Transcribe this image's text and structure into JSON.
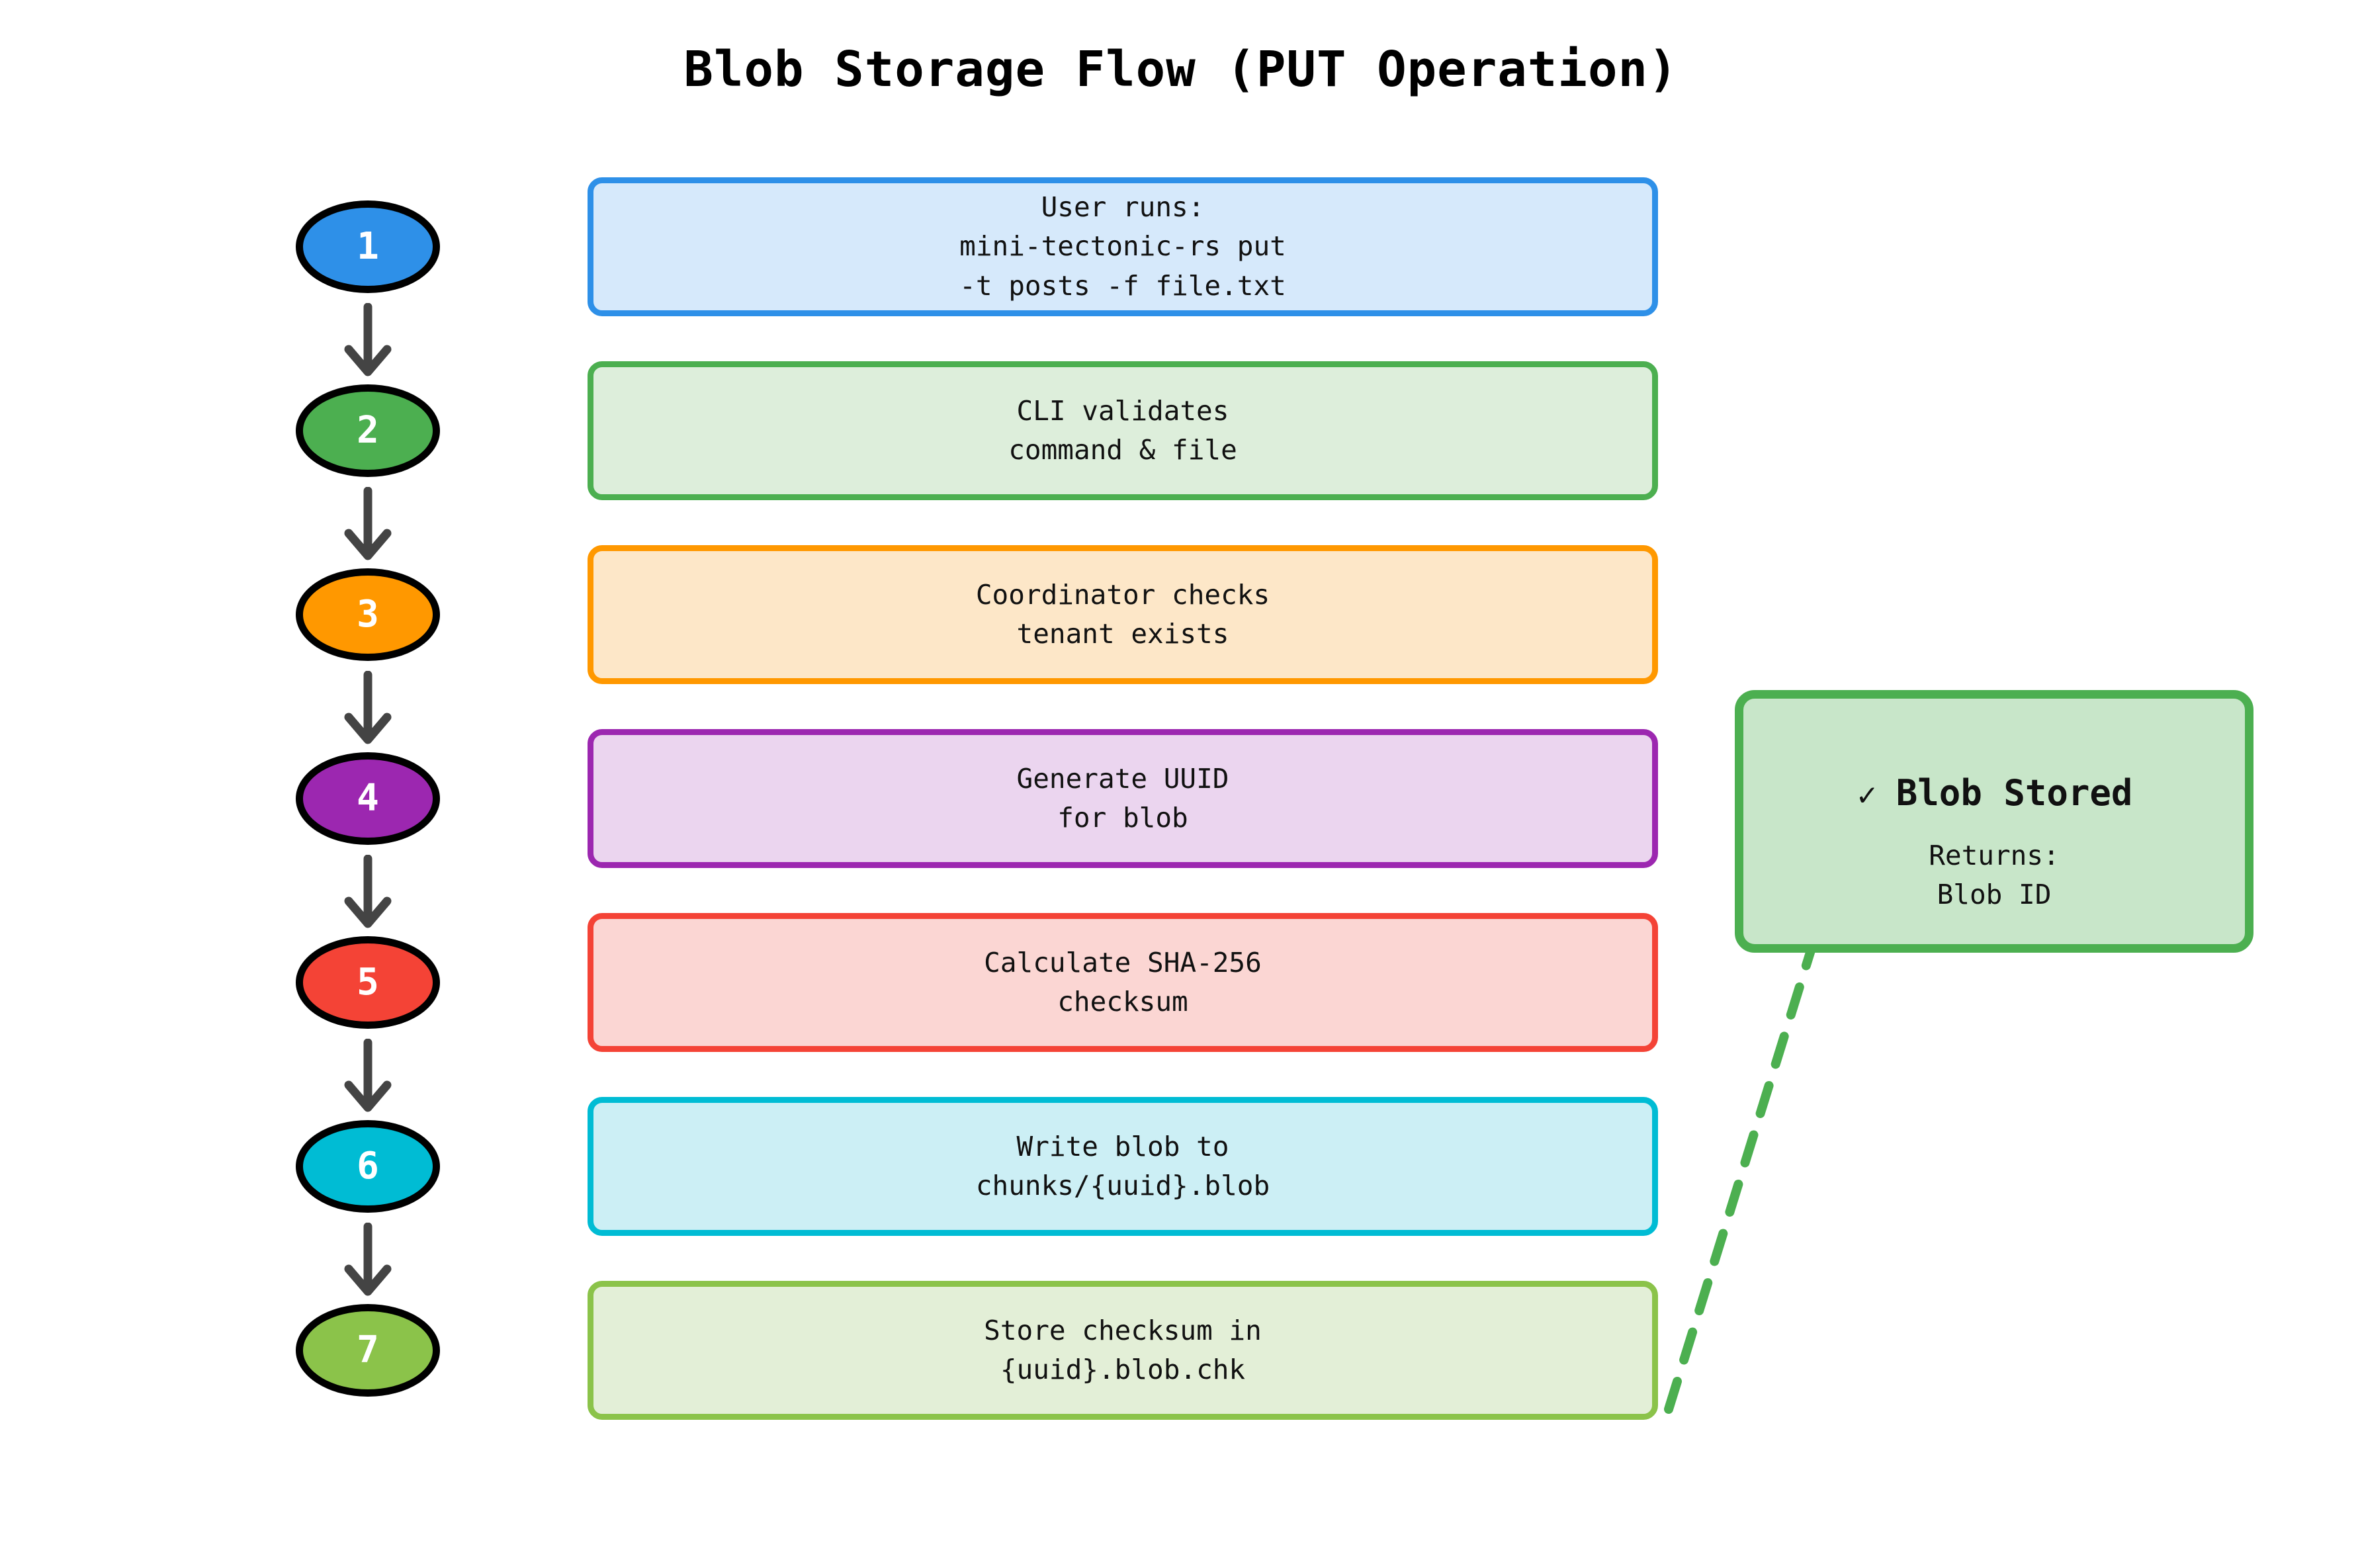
{
  "title": "Blob Storage Flow (PUT Operation)",
  "diagram": {
    "type": "flowchart",
    "orientation": "vertical",
    "background": "#ffffff",
    "arrow_color": "#444444",
    "steps": [
      {
        "number": "1",
        "text": "User runs:\nmini-tectonic-rs put\n-t posts -f file.txt",
        "node_color": "#2E90E8",
        "border_color": "#2E90E8",
        "fill_color": "#D6E9FB"
      },
      {
        "number": "2",
        "text": "CLI validates\ncommand & file",
        "node_color": "#4CAF50",
        "border_color": "#4CAF50",
        "fill_color": "#DDEEDB"
      },
      {
        "number": "3",
        "text": "Coordinator checks\ntenant exists",
        "node_color": "#FF9800",
        "border_color": "#FF9800",
        "fill_color": "#FDE7C8"
      },
      {
        "number": "4",
        "text": "Generate UUID\nfor blob",
        "node_color": "#9C27B0",
        "border_color": "#9C27B0",
        "fill_color": "#EBD5EF"
      },
      {
        "number": "5",
        "text": "Calculate SHA-256\nchecksum",
        "node_color": "#F44336",
        "border_color": "#F44336",
        "fill_color": "#FBD6D3"
      },
      {
        "number": "6",
        "text": "Write blob to\nchunks/{uuid}.blob",
        "node_color": "#00BCD4",
        "border_color": "#00BCD4",
        "fill_color": "#CCEFF5"
      },
      {
        "number": "7",
        "text": "Store checksum in\n{uuid}.blob.chk",
        "node_color": "#8BC34A",
        "border_color": "#8BC34A",
        "fill_color": "#E3EFD7"
      }
    ],
    "result": {
      "check_glyph": "✓",
      "title": "Blob Stored",
      "subtitle": "Returns:\nBlob ID",
      "border_color": "#4CAF50",
      "fill_color": "#C8E6C9",
      "arrow_color": "#4CAF50",
      "arrow_style": "dashed"
    }
  }
}
